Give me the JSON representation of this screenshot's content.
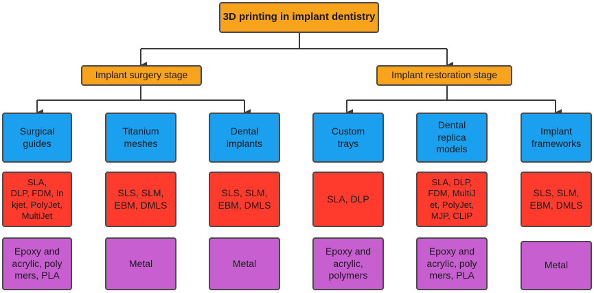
{
  "root": {
    "label": "3D printing in implant dentistry"
  },
  "stages": [
    {
      "label": "Implant surgery stage"
    },
    {
      "label": "Implant restoration stage"
    }
  ],
  "columns": [
    {
      "category": "Surgical\nguides",
      "technologies": "SLA,\nDLP, FDM, In\nkjet, PolyJet,\nMultiJet",
      "materials": "Epoxy and\nacrylic, poly\nmers, PLA"
    },
    {
      "category": "Titanium\nmeshes",
      "technologies": "SLS, SLM,\nEBM, DMLS",
      "materials": "Metal"
    },
    {
      "category": "Dental\nimplants",
      "technologies": "SLS, SLM,\nEBM, DMLS",
      "materials": "Metal"
    },
    {
      "category": "Custom\ntrays",
      "technologies": "SLA, DLP",
      "materials": "Epoxy and\nacrylic,\npolymers"
    },
    {
      "category": "Dental\nreplica\nmodels",
      "technologies": "SLA, DLP,\nFDM, MultiJ\net, PolyJet,\nMJP, CLIP",
      "materials": "Epoxy and\nacrylic, poly\nmers, PLA"
    },
    {
      "category": "Implant\nframeworks",
      "technologies": "SLS, SLM,\nEBM, DMLS",
      "materials": "Metal"
    }
  ],
  "colors": {
    "root": "#f7a31b",
    "stage": "#f7a31b",
    "category": "#1aa0ee",
    "technology": "#ff3b2e",
    "material": "#c75fd0",
    "connector": "#3a3a3a"
  }
}
